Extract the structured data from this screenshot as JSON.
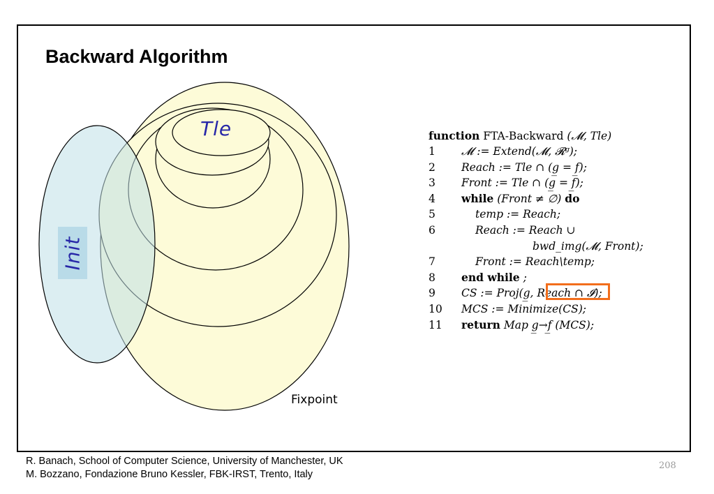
{
  "slide": {
    "title": "Backward Algorithm",
    "page_number": "208"
  },
  "diagram": {
    "tle_label": "Tle",
    "init_label": "Init",
    "fixpoint_label": "Fixpoint",
    "colors": {
      "yellow_fill": "#fdfbd8",
      "init_fill": "#daeef2",
      "init_label_box": "#b9dbe8",
      "label_text": "#2828a8",
      "highlight": "#f26e1c"
    }
  },
  "algorithm": {
    "header_kw": "function",
    "header_name": "FTA-Backward",
    "header_args": "(𝓜, Tle)",
    "lines": [
      {
        "num": "1",
        "kw": "",
        "text": "𝓜 := Extend(𝓜, 𝓡ᵍ);"
      },
      {
        "num": "2",
        "kw": "",
        "text": "Reach := Tle ∩ (g̲ = f̲);"
      },
      {
        "num": "3",
        "kw": "",
        "text": "Front := Tle ∩ (g̲ = f̲);"
      },
      {
        "num": "4",
        "kw": "while",
        "text": "(Front ≠ ∅)",
        "kw2": "do"
      },
      {
        "num": "5",
        "kw": "",
        "text": "temp := Reach;"
      },
      {
        "num": "6",
        "kw": "",
        "text": "Reach := Reach ∪"
      },
      {
        "num": "",
        "kw": "",
        "text": "bwd_img(𝓜, Front);"
      },
      {
        "num": "7",
        "kw": "",
        "text": "Front := Reach\\temp;"
      },
      {
        "num": "8",
        "kw": "end while",
        "text": ";"
      },
      {
        "num": "9",
        "kw": "",
        "text": "CS := Proj(g̲, Reach ∩ 𝓘);"
      },
      {
        "num": "10",
        "kw": "",
        "text": "MCS := Minimize(CS);"
      },
      {
        "num": "11",
        "kw": "return",
        "text": "Map g̲→f̲ (MCS);"
      }
    ]
  },
  "footer": {
    "line1": "R. Banach, School of  Computer Science, University of Manchester, UK",
    "line2": "M. Bozzano, Fondazione Bruno Kessler, FBK-IRST, Trento, Italy"
  }
}
